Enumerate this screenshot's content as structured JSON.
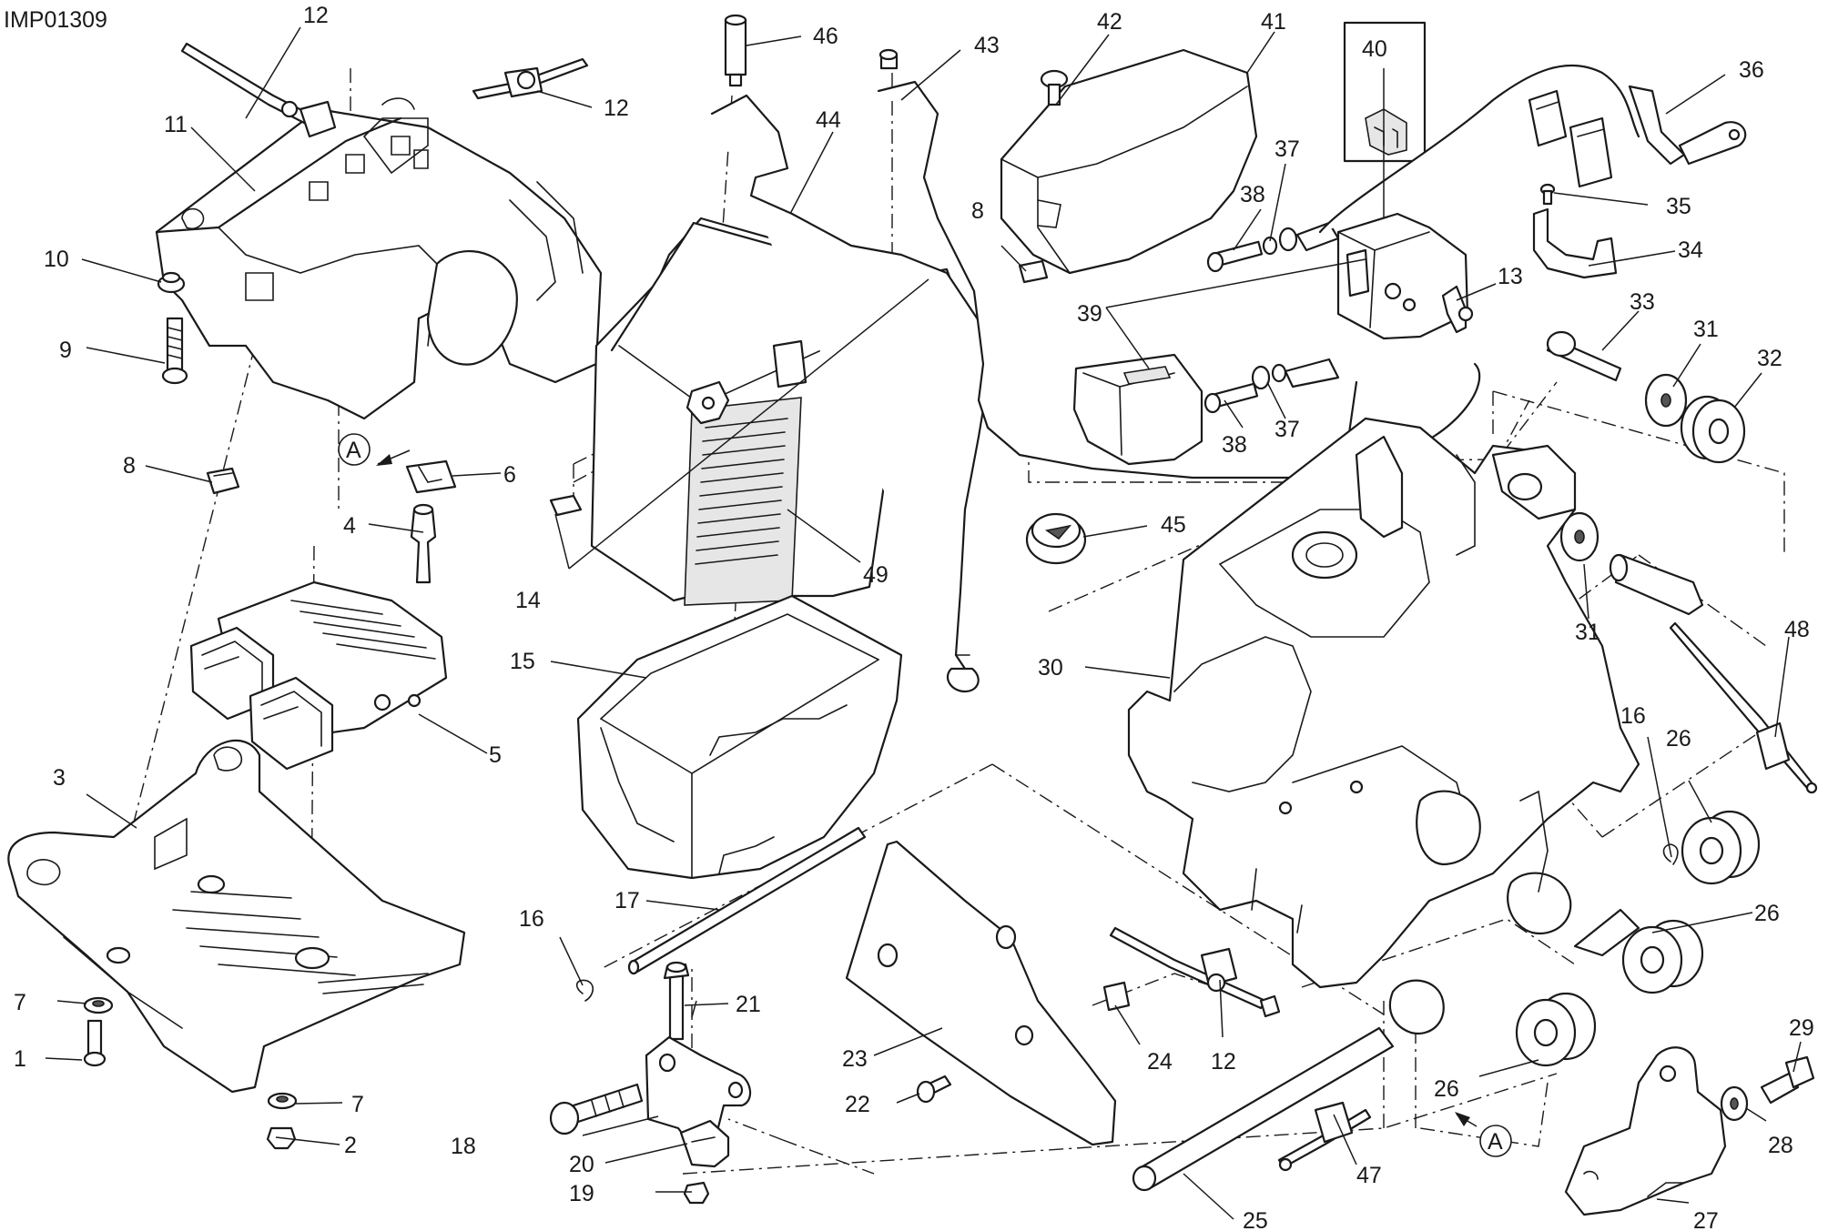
{
  "drawing": {
    "reference_code": "IMP01309",
    "view_marker": "A"
  },
  "callouts": [
    {
      "id": "c1",
      "label": "1"
    },
    {
      "id": "c2",
      "label": "2"
    },
    {
      "id": "c3",
      "label": "3"
    },
    {
      "id": "c4",
      "label": "4"
    },
    {
      "id": "c5",
      "label": "5"
    },
    {
      "id": "c6",
      "label": "6"
    },
    {
      "id": "c7a",
      "label": "7"
    },
    {
      "id": "c7b",
      "label": "7"
    },
    {
      "id": "c8a",
      "label": "8"
    },
    {
      "id": "c8b",
      "label": "8"
    },
    {
      "id": "c9",
      "label": "9"
    },
    {
      "id": "c10",
      "label": "10"
    },
    {
      "id": "c11",
      "label": "11"
    },
    {
      "id": "c12a",
      "label": "12"
    },
    {
      "id": "c12b",
      "label": "12"
    },
    {
      "id": "c12c",
      "label": "12"
    },
    {
      "id": "c13",
      "label": "13"
    },
    {
      "id": "c14",
      "label": "14"
    },
    {
      "id": "c15",
      "label": "15"
    },
    {
      "id": "c16a",
      "label": "16"
    },
    {
      "id": "c16b",
      "label": "16"
    },
    {
      "id": "c17",
      "label": "17"
    },
    {
      "id": "c18",
      "label": "18"
    },
    {
      "id": "c19",
      "label": "19"
    },
    {
      "id": "c20",
      "label": "20"
    },
    {
      "id": "c21",
      "label": "21"
    },
    {
      "id": "c22",
      "label": "22"
    },
    {
      "id": "c23",
      "label": "23"
    },
    {
      "id": "c24",
      "label": "24"
    },
    {
      "id": "c25",
      "label": "25"
    },
    {
      "id": "c26a",
      "label": "26"
    },
    {
      "id": "c26b",
      "label": "26"
    },
    {
      "id": "c26c",
      "label": "26"
    },
    {
      "id": "c27",
      "label": "27"
    },
    {
      "id": "c28",
      "label": "28"
    },
    {
      "id": "c29",
      "label": "29"
    },
    {
      "id": "c30",
      "label": "30"
    },
    {
      "id": "c31a",
      "label": "31"
    },
    {
      "id": "c31b",
      "label": "31"
    },
    {
      "id": "c32",
      "label": "32"
    },
    {
      "id": "c33",
      "label": "33"
    },
    {
      "id": "c34",
      "label": "34"
    },
    {
      "id": "c35",
      "label": "35"
    },
    {
      "id": "c36",
      "label": "36"
    },
    {
      "id": "c37a",
      "label": "37"
    },
    {
      "id": "c37b",
      "label": "37"
    },
    {
      "id": "c38a",
      "label": "38"
    },
    {
      "id": "c38b",
      "label": "38"
    },
    {
      "id": "c39",
      "label": "39"
    },
    {
      "id": "c40",
      "label": "40"
    },
    {
      "id": "c41",
      "label": "41"
    },
    {
      "id": "c42",
      "label": "42"
    },
    {
      "id": "c43",
      "label": "43"
    },
    {
      "id": "c44",
      "label": "44"
    },
    {
      "id": "c45",
      "label": "45"
    },
    {
      "id": "c46",
      "label": "46"
    },
    {
      "id": "c47",
      "label": "47"
    },
    {
      "id": "c48",
      "label": "48"
    },
    {
      "id": "c49",
      "label": "49"
    }
  ]
}
